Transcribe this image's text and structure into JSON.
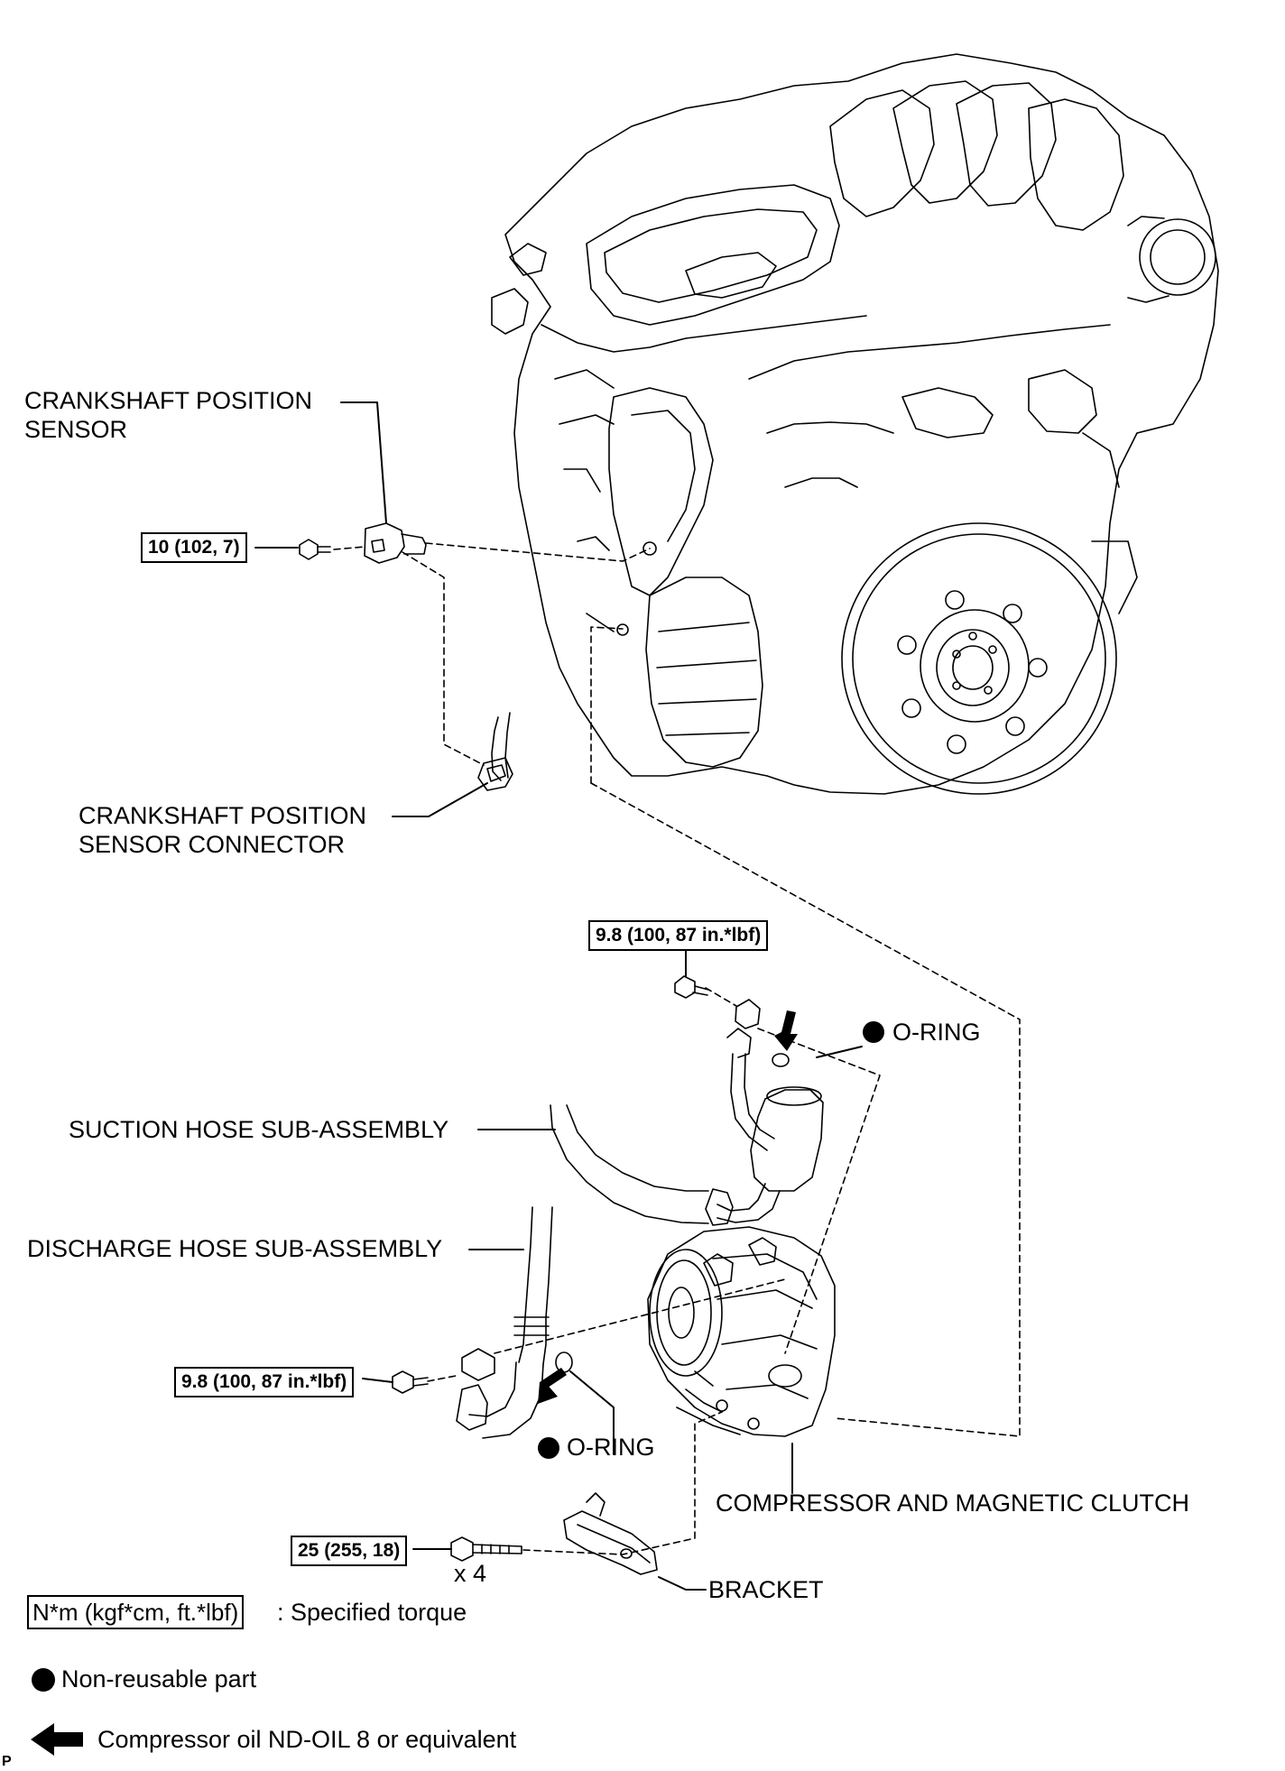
{
  "labels": {
    "crank_sensor": [
      "CRANKSHAFT POSITION",
      "SENSOR"
    ],
    "crank_connector": [
      "CRANKSHAFT POSITION",
      "SENSOR CONNECTOR"
    ],
    "suction_hose": "SUCTION HOSE SUB-ASSEMBLY",
    "discharge_hose": "DISCHARGE HOSE SUB-ASSEMBLY",
    "oring_top": "O-RING",
    "oring_bottom": "O-RING",
    "compressor": "COMPRESSOR AND MAGNETIC CLUTCH",
    "bracket": "BRACKET",
    "count_x4": "x 4"
  },
  "torques": {
    "crank_bolt": "10 (102, 7)",
    "suction_bolt": "9.8 (100, 87 in.*lbf)",
    "discharge_bolt": "9.8 (100, 87 in.*lbf)",
    "bracket_bolt": "25 (255, 18)"
  },
  "legend": {
    "torque_unit": "N*m (kgf*cm, ft.*lbf)",
    "torque_desc": ": Specified torque",
    "nonreusable": "Non-reusable part",
    "oil": "Compressor oil ND-OIL 8 or equivalent"
  },
  "footer_mark": "P"
}
